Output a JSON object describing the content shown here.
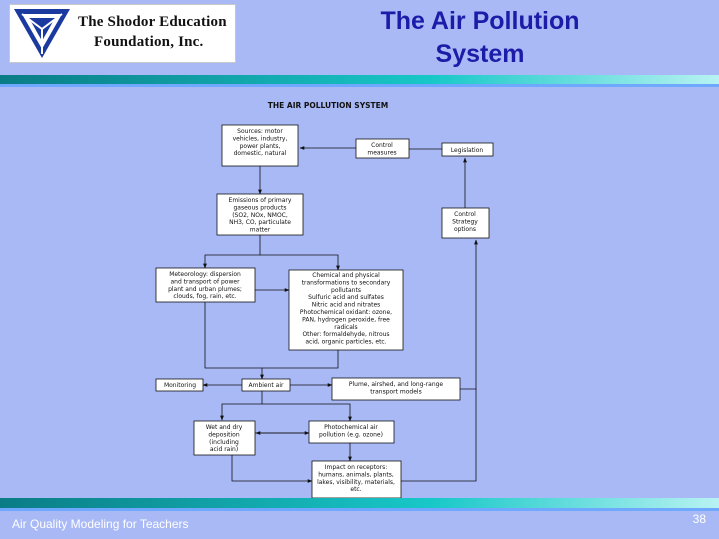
{
  "logo": {
    "line1": "The Shodor Education",
    "line2": "Foundation, Inc."
  },
  "slide": {
    "title_line1": "The Air Pollution",
    "title_line2": "System",
    "footer": "Air Quality Modeling for Teachers",
    "page_number": "38"
  },
  "diagram": {
    "title": "THE AIR POLLUTION SYSTEM",
    "boxes": {
      "sources": [
        "Sources:  motor",
        "vehicles, industry,",
        "power plants,",
        "domestic, natural"
      ],
      "control_measures": [
        "Control",
        "measures"
      ],
      "legislation": [
        "Legislation"
      ],
      "emissions": [
        "Emissions of primary",
        "gaseous products",
        "(SO2, NOx, NMOC,",
        "NH3, CO, particulate",
        "matter"
      ],
      "control_strategy": [
        "Control",
        "Strategy",
        "options"
      ],
      "meteorology": [
        "Meteorology:  dispersion",
        "and transport of power",
        "plant and urban plumes;",
        "clouds, fog, rain, etc."
      ],
      "chemical": [
        "Chemical and physical",
        "transformations to secondary",
        "pollutants",
        "Sulfuric acid and sulfates",
        "Nitric acid and nitrates",
        "Photochemical oxidant:  ozone,",
        "PAN, hydrogen peroxide, free",
        "radicals",
        "Other:  formaldehyde, nitrous",
        "acid, organic particles, etc."
      ],
      "monitoring": [
        "Monitoring"
      ],
      "ambient_air": [
        "Ambient air"
      ],
      "plume_models": [
        "Plume, airshed, and long-range",
        "transport models"
      ],
      "deposition": [
        "Wet and dry",
        "deposition",
        "(including",
        "acid rain)"
      ],
      "photochemical": [
        "Photochemical air",
        "pollution (e.g. ozone)"
      ],
      "impact": [
        "Impact on receptors:",
        "humans, animals, plants,",
        "lakes, visibility, materials,",
        "etc."
      ]
    }
  }
}
